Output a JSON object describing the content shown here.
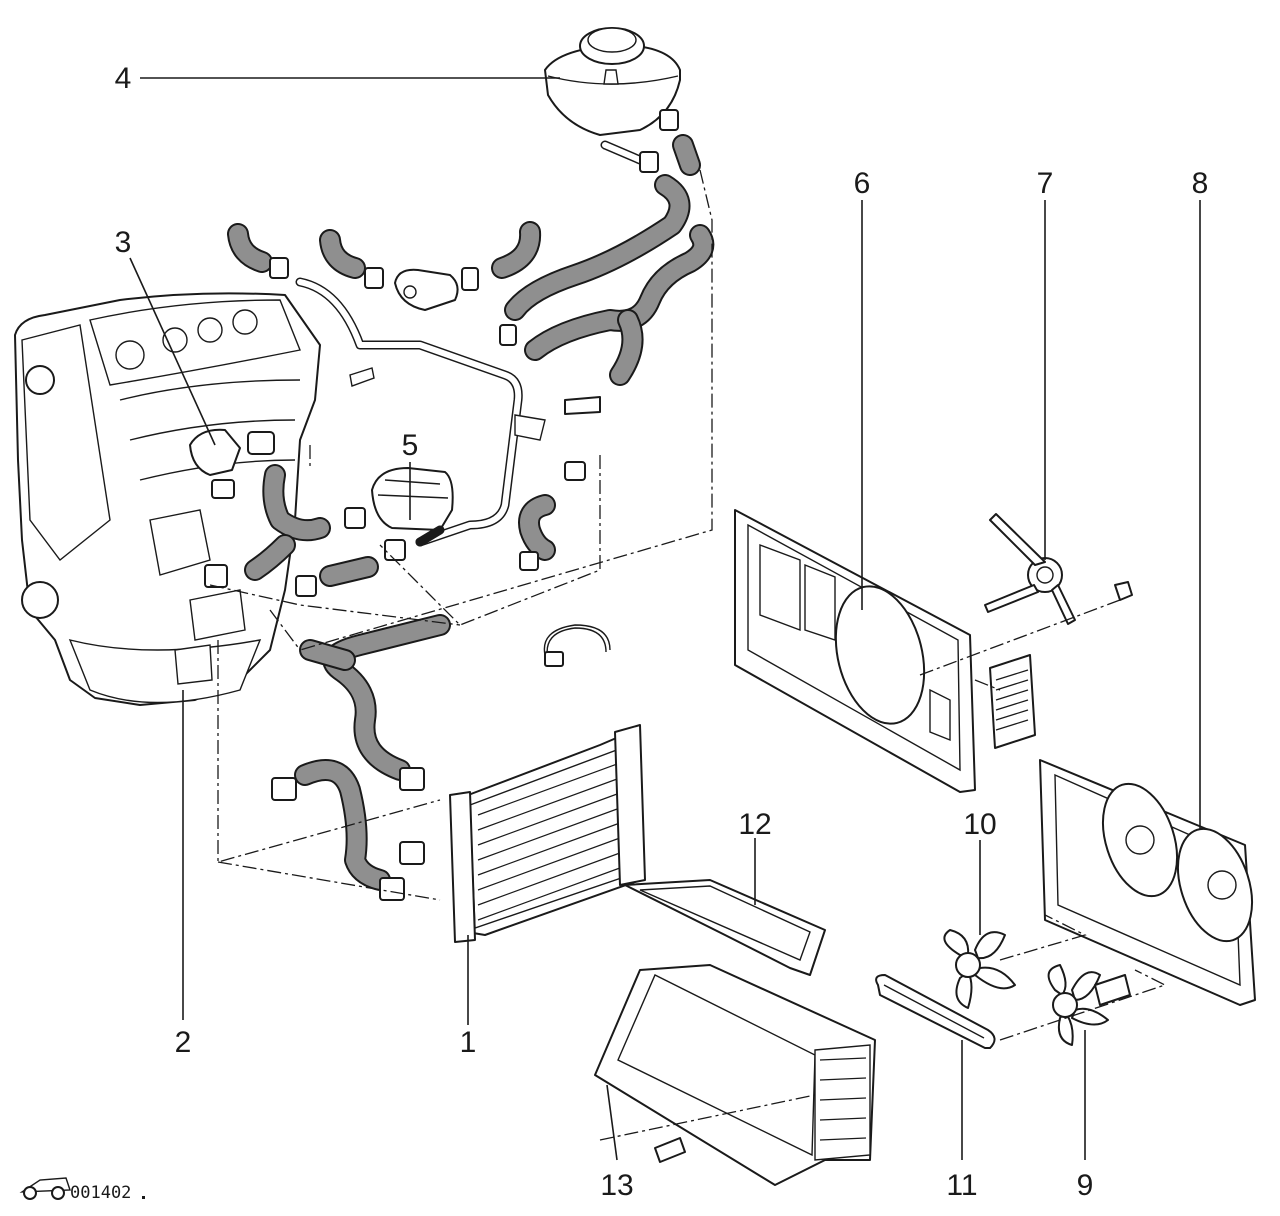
{
  "figure_id": "001402",
  "callouts": [
    {
      "label": "1"
    },
    {
      "label": "2"
    },
    {
      "label": "3"
    },
    {
      "label": "4"
    },
    {
      "label": "5"
    },
    {
      "label": "6"
    },
    {
      "label": "7"
    },
    {
      "label": "8"
    },
    {
      "label": "9"
    },
    {
      "label": "10"
    },
    {
      "label": "11"
    },
    {
      "label": "12"
    },
    {
      "label": "13"
    }
  ],
  "icons": {
    "logo": "car-logo-icon"
  }
}
